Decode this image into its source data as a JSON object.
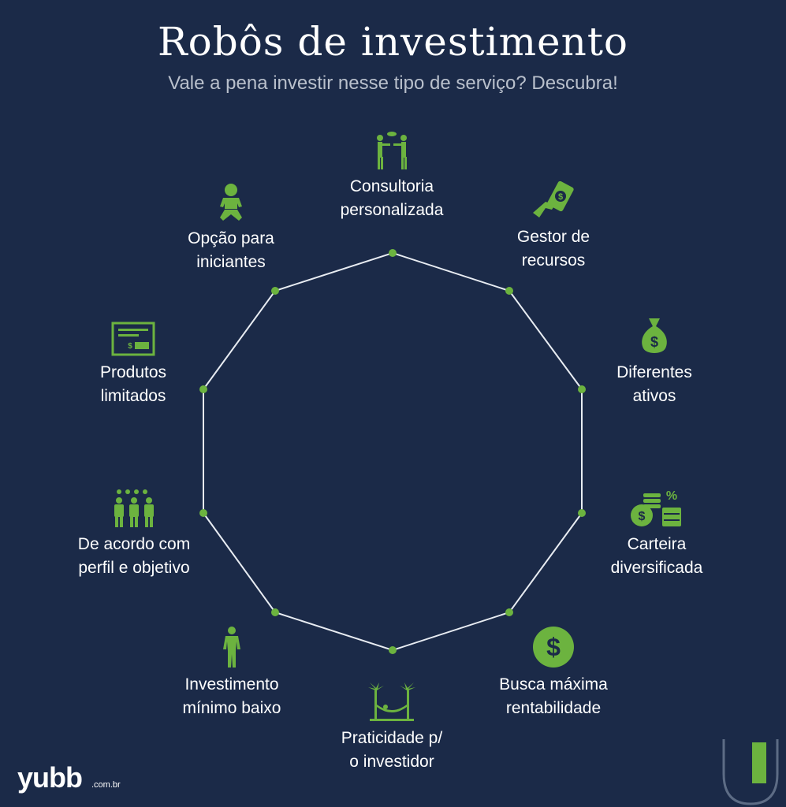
{
  "header": {
    "title": "Robôs de investimento",
    "subtitle": "Vale a pena investir nesse tipo de serviço? Descubra!"
  },
  "colors": {
    "background": "#1b2a48",
    "accent": "#6cb33f",
    "line": "#e8ecf2"
  },
  "nodes": [
    {
      "lines": [
        "Consultoria",
        "personalizada"
      ],
      "icon": "handshake-consult-icon"
    },
    {
      "lines": [
        "Gestor de",
        "recursos"
      ],
      "icon": "hand-money-icon"
    },
    {
      "lines": [
        "Diferentes",
        "ativos"
      ],
      "icon": "money-bag-icon"
    },
    {
      "lines": [
        "Carteira",
        "diversificada"
      ],
      "icon": "coins-percent-icon"
    },
    {
      "lines": [
        "Busca máxima",
        "rentabilidade"
      ],
      "icon": "dollar-circle-icon"
    },
    {
      "lines": [
        "Praticidade p/",
        "o investidor"
      ],
      "icon": "hammock-palm-icon"
    },
    {
      "lines": [
        "Investimento",
        "mínimo baixo"
      ],
      "icon": "person-standing-icon"
    },
    {
      "lines": [
        "De acordo com",
        "perfil e objetivo"
      ],
      "icon": "people-group-icon"
    },
    {
      "lines": [
        "Produtos",
        "limitados"
      ],
      "icon": "check-document-icon"
    },
    {
      "lines": [
        "Opção para",
        "iniciantes"
      ],
      "icon": "baby-icon"
    }
  ],
  "brand": {
    "name": "yubb",
    "suffix": ".com.br"
  }
}
